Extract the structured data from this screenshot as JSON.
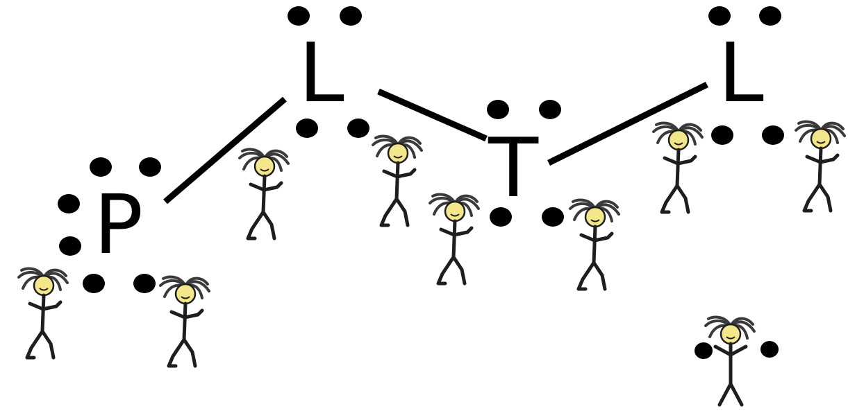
{
  "diagram": {
    "atoms": [
      {
        "symbol": "P"
      },
      {
        "symbol": "L"
      },
      {
        "symbol": "T"
      },
      {
        "symbol": "L"
      }
    ],
    "bonds": [
      {
        "from": 0,
        "to": 1
      },
      {
        "from": 1,
        "to": 2
      },
      {
        "from": 2,
        "to": 3
      }
    ],
    "electron_dot_color": "#000000",
    "bond_color": "#000000",
    "stick_figure": {
      "head_color": "#f4e68a",
      "hair_color": "#3a3a3a",
      "body_color": "#1e1e1e"
    }
  }
}
